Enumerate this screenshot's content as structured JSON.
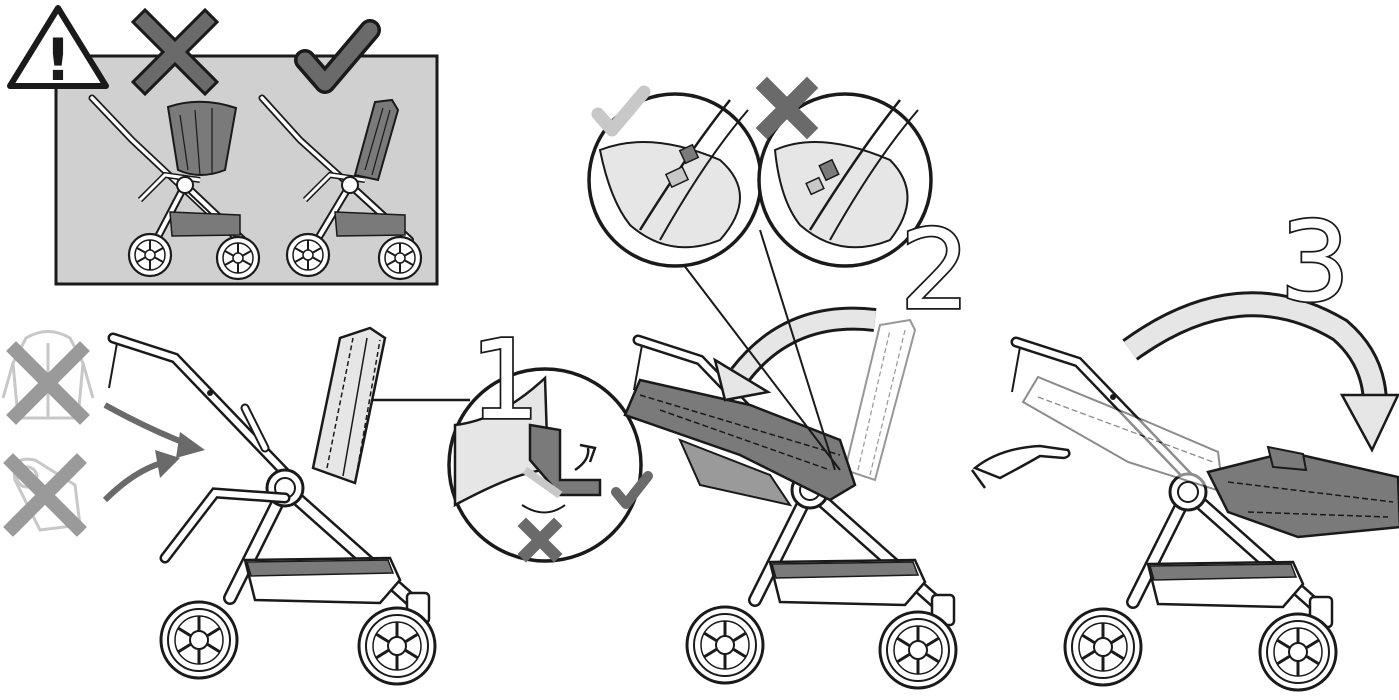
{
  "steps": [
    {
      "label": "1"
    },
    {
      "label": "2"
    },
    {
      "label": "3"
    }
  ],
  "warning": {
    "symbol": "!"
  },
  "colors": {
    "line": "#1a1a1a",
    "seat_dark": "#7a7a7a",
    "seat_mid": "#9a9a9a",
    "panel_bg": "#d0d0d0",
    "ghost": "#e6e6e6",
    "mark_gray": "#6a6a6a",
    "faded_gray": "#c8c8c8",
    "white": "#ffffff"
  },
  "icons": [
    "warning-triangle-icon",
    "cross-icon",
    "check-icon",
    "arrow-icon",
    "hand-icon",
    "jacket-icon",
    "blanket-icon"
  ]
}
